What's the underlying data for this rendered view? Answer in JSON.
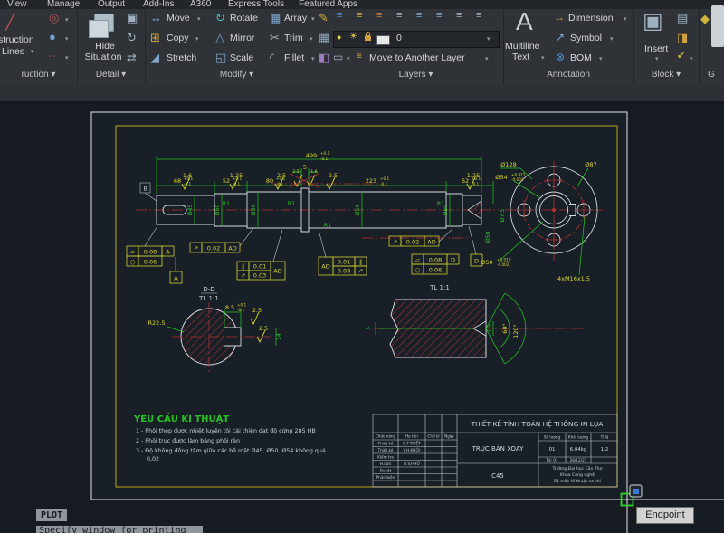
{
  "menu_tabs": [
    "View",
    "Manage",
    "Output",
    "Add-Ins",
    "A360",
    "Express Tools",
    "Featured Apps"
  ],
  "ribbon": {
    "construction": {
      "text_top": "struction",
      "text_bottom": "Lines",
      "panel_label": "ruction ▾"
    },
    "detail": {
      "button_line1": "Hide",
      "button_line2": "Situation",
      "panel_label": "Detail ▾"
    },
    "modify": {
      "panel_label": "Modify ▾",
      "move": "Move",
      "rotate": "Rotate",
      "array": "Array",
      "copy": "Copy",
      "mirror": "Mirror",
      "trim": "Trim",
      "stretch": "Stretch",
      "scale": "Scale",
      "fillet": "Fillet"
    },
    "layers": {
      "panel_label": "Layers ▾",
      "current_layer": "0",
      "move_to_layer": "Move to Another Layer"
    },
    "annotation": {
      "panel_label": "Annotation",
      "multiline1": "Multiline",
      "multiline2": "Text",
      "dimension": "Dimension",
      "symbol": "Symbol",
      "bom": "BOM"
    },
    "block": {
      "panel_label": "Block ▾",
      "insert": "Insert"
    },
    "group": {
      "panel_label": "G"
    }
  },
  "drawing": {
    "dims": {
      "overall": "499",
      "d68": "68",
      "d52": "52",
      "d80": "80",
      "d5": "5",
      "d223": "223",
      "d62": "62",
      "tol_plus": "+0.1",
      "tol_minus": "-0.1"
    },
    "roughness": {
      "r16": "1.6",
      "r125": "1.25",
      "r25": "2.5"
    },
    "fillet": "R1",
    "datums": {
      "a": "A",
      "b": "B",
      "d": "D",
      "ad": "AD"
    },
    "tolerances": {
      "t008": "0.08",
      "t006": "0.06",
      "t002": "0.02",
      "t001": "0.01",
      "t003": "0.03"
    },
    "diameters": {
      "d45": "Ø45",
      "d50": "Ø50",
      "d54": "Ø54"
    },
    "flange": {
      "d128": "Ø128",
      "d87": "Ø87",
      "d54": "Ø54",
      "d54_tol_plus": "+0.021",
      "d54_tol_minus": "-0.002",
      "d50": "Ø50",
      "d50_tol_plus": "+0.019",
      "d50_tol_minus": "-0.002",
      "bolts": "4xM16x1.5",
      "d75": "Ø7.5"
    },
    "section_dd": {
      "title": "D-D",
      "scale": "TL 1:1",
      "radius": "R22.5",
      "key_width": "8.5",
      "key_depth": "14"
    },
    "detail_view": {
      "scale": "TL 1:1",
      "d3": "3",
      "d75": "7.5",
      "a60": "60°",
      "a120": "120°"
    },
    "notes": {
      "heading": "YÊU CẦU KĨ THUẬT",
      "line1": "1 - Phôi thép được nhiệt luyện tôi cải thiện đạt độ cứng 285 HB",
      "line2": "2 - Phôi trục được làm bằng phôi rèn",
      "line3": "3 - Độ không đồng tâm giữa các bề mặt Ø45, Ø50, Ø54 không quá",
      "line4": "0,02"
    }
  },
  "title_block": {
    "project": "THIẾT KẾ TÍNH TOÁN HỆ THỐNG IN LỤA",
    "part": "TRỤC BÀN XOAY",
    "material": "C45",
    "qty_header": "Số lượng",
    "mass_header": "Khối lượng",
    "scale_header": "Tỉ lệ",
    "qty": "01",
    "mass": "6.04kg",
    "scale": "1:2",
    "sheet": "Tờ: 01",
    "date": "28/12/21",
    "school1": "Trường Đại học Cần Thơ",
    "school2": "Khoa Công nghệ",
    "school3": "Bộ môn Kĩ thuật cơ khí",
    "col_role": "Chức năng",
    "col_name": "Họ tên",
    "col_sign": "Chữ kí",
    "col_date": "Ngày",
    "rows": [
      {
        "role": "Thiết kế",
        "name": "B.T.TRIẾT"
      },
      {
        "role": "Thiết kế",
        "name": "V.H.KHỞI"
      },
      {
        "role": "Kiểm tra",
        "name": ""
      },
      {
        "role": "H.dẫn",
        "name": "B.V.P.HỔ"
      },
      {
        "role": "Duyệt",
        "name": ""
      },
      {
        "role": "Phản biện",
        "name": ""
      }
    ]
  },
  "statusbar": {
    "command_badge": "PLOT",
    "prompt": "Specify window for printing",
    "tooltip": "Endpoint"
  }
}
